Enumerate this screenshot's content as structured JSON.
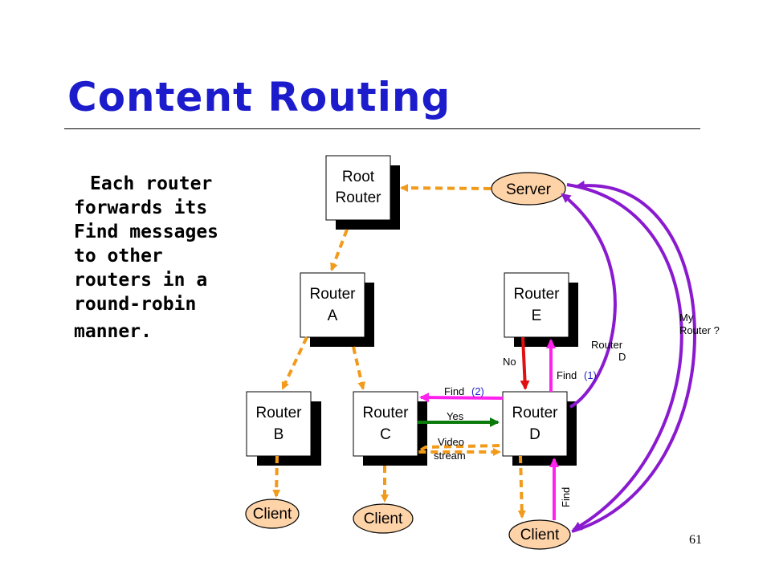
{
  "slide": {
    "title": "Content Routing",
    "body_lines": [
      "Each router",
      "forwards its",
      "Find messages",
      "to other",
      "routers in a",
      "round-robin",
      "manner."
    ],
    "page_number": "61"
  },
  "diagram": {
    "root_router": [
      "Root",
      "Router"
    ],
    "router_a": [
      "Router",
      "A"
    ],
    "router_b": [
      "Router",
      "B"
    ],
    "router_c": [
      "Router",
      "C"
    ],
    "router_d": [
      "Router",
      "D"
    ],
    "router_e": [
      "Router",
      "E"
    ],
    "server": "Server",
    "client_b": "Client",
    "client_c": "Client",
    "client_d": "Client",
    "labels": {
      "no": "No",
      "find1_text": "Find",
      "find1_num": "(1)",
      "find2_text": "Find",
      "find2_num": "(2)",
      "yes": "Yes",
      "video": "Video",
      "stream": "stream",
      "find_vertical": "Find",
      "router_d_line1": "Router",
      "router_d_line2": "D",
      "my_router_line1": "My",
      "my_router_line2": "Router ?"
    },
    "colors": {
      "orange": "#f29a1a",
      "magenta": "#ff22ee",
      "purple": "#8a1acf",
      "green": "#0a7a0a",
      "red": "#e01010",
      "node_fill": "#ffd3a8",
      "title_blue": "#1c1ccc"
    }
  }
}
